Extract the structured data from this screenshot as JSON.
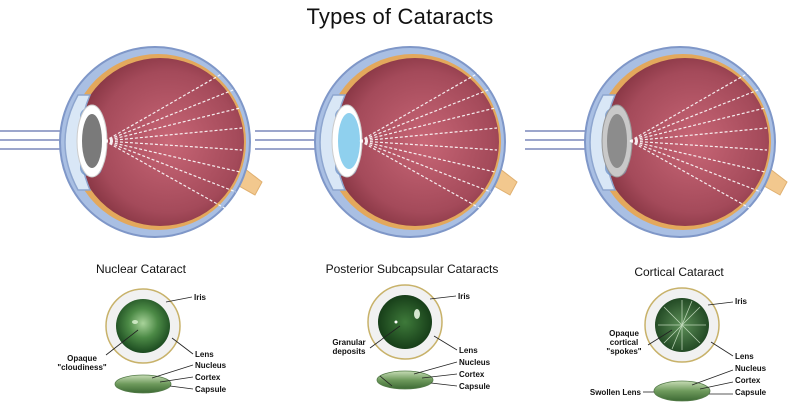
{
  "title": "Types of Cataracts",
  "panels": [
    {
      "name": "Nuclear Cataract",
      "left_labels": [
        "Opaque",
        "\"cloudiness\""
      ],
      "right_labels": [
        "Iris",
        "Lens",
        "Nucleus",
        "Cortex",
        "Capsule"
      ],
      "lens_color": "#7a7a7a"
    },
    {
      "name": "Posterior Subcapsular Cataracts",
      "left_labels": [
        "Granular",
        "deposits"
      ],
      "right_labels": [
        "Iris",
        "Lens",
        "Nucleus",
        "Cortex",
        "Capsule"
      ],
      "lens_color": "#8fd0ee"
    },
    {
      "name": "Cortical Cataract",
      "left_labels": [
        "Opaque",
        "cortical",
        "\"spokes\"",
        "Swollen Lens"
      ],
      "right_labels": [
        "Iris",
        "Lens",
        "Nucleus",
        "Cortex",
        "Capsule"
      ],
      "lens_color": "#8c8c8c"
    }
  ],
  "colors": {
    "eye_wall": "#8e3b47",
    "eye_inner": "#b35566",
    "sclera": "#8aa4d0",
    "retina_line": "#e3a85c",
    "optic_nerve": "#f2c88e",
    "iris_ring": "#e9e9e9",
    "lens_green": "#2f6a31"
  }
}
